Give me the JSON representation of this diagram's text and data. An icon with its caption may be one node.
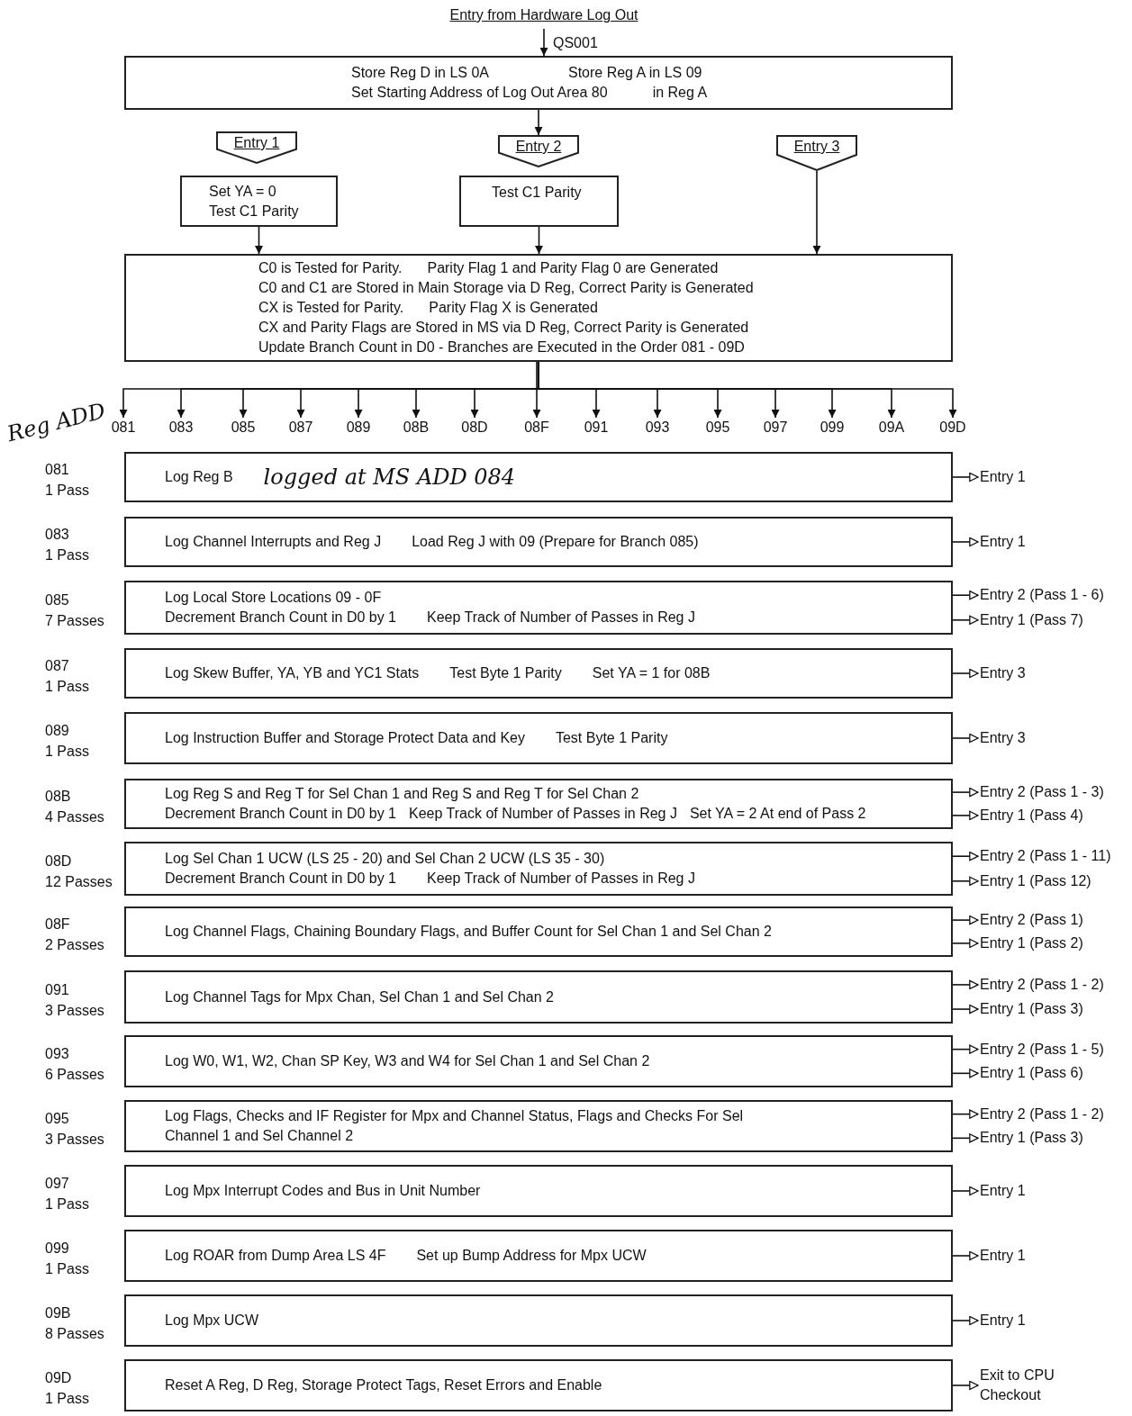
{
  "diagram": {
    "nodes": [
      {
        "text": [
          "Entry from Hardware Log Out"
        ]
      },
      {
        "text": [
          "Store Reg D in LS 0A",
          "Store Reg A in LS 09",
          "Set Starting Address of Log Out Area 80",
          "in Reg A"
        ]
      },
      {
        "text": [
          "Entry 1"
        ]
      },
      {
        "text": [
          "Set YA = 0",
          "Test C1 Parity"
        ]
      },
      {
        "text": [
          "Entry 2"
        ]
      },
      {
        "text": [
          "Test C1 Parity"
        ]
      },
      {
        "text": [
          "Entry 3"
        ]
      },
      {
        "text": [
          "C0 is Tested for Parity.",
          "Parity Flag 1 and Parity Flag 0 are Generated",
          "C0 and C1 are Stored in Main Storage via D Reg, Correct Parity is Generated",
          "CX is Tested for Parity.",
          "Parity Flag X is Generated",
          "CX and Parity Flags are Stored in MS via D Reg, Correct Parity is Generated",
          "Update Branch Count in D0 - Branches are Executed in the Order 081 - 09D"
        ]
      },
      {
        "text": [
          "081"
        ]
      },
      {
        "text": [
          "083"
        ]
      },
      {
        "text": [
          "085"
        ]
      },
      {
        "text": [
          "087"
        ]
      },
      {
        "text": [
          "089"
        ]
      },
      {
        "text": [
          "08B"
        ]
      },
      {
        "text": [
          "08D"
        ]
      },
      {
        "text": [
          "08F"
        ]
      },
      {
        "text": [
          "091"
        ]
      },
      {
        "text": [
          "093"
        ]
      },
      {
        "text": [
          "095"
        ]
      },
      {
        "text": [
          "097"
        ]
      },
      {
        "text": [
          "099"
        ]
      },
      {
        "text": [
          "09A"
        ]
      },
      {
        "text": [
          "09D"
        ]
      },
      {
        "text": [
          "Log Reg B",
          "logged at MS ADD 084"
        ],
        "beside": [
          "081",
          "1 Pass"
        ]
      },
      {
        "text": [
          "Entry 1"
        ]
      },
      {
        "text": [
          "Log Channel Interrupts and Reg J",
          "Load Reg J with 09 (Prepare for Branch 085)"
        ],
        "beside": [
          "083",
          "1 Pass"
        ]
      },
      {
        "text": [
          "Entry 1"
        ]
      },
      {
        "text": [
          "Log Local Store Locations 09 - 0F",
          "Decrement Branch Count in D0 by 1",
          "Keep Track of Number of Passes in Reg J"
        ],
        "beside": [
          "085",
          "7 Passes"
        ]
      },
      {
        "text": [
          "Entry 2 (Pass 1 - 6)"
        ]
      },
      {
        "text": [
          "Entry 1 (Pass 7)"
        ]
      },
      {
        "text": [
          "Log Skew Buffer, YA, YB and YC1 Stats",
          "Test Byte 1 Parity",
          "Set YA = 1 for 08B"
        ],
        "beside": [
          "087",
          "1 Pass"
        ]
      },
      {
        "text": [
          "Entry 3"
        ]
      },
      {
        "text": [
          "Log Instruction Buffer and Storage Protect Data and Key",
          "Test Byte 1 Parity"
        ],
        "beside": [
          "089",
          "1 Pass"
        ]
      },
      {
        "text": [
          "Entry 3"
        ]
      },
      {
        "text": [
          "Log Reg S and Reg T for Sel Chan 1 and Reg S and Reg T for Sel Chan 2",
          "Decrement Branch Count in D0 by 1",
          "Keep Track of Number of Passes in Reg J",
          "Set YA = 2 At end of Pass 2"
        ],
        "beside": [
          "08B",
          "4 Passes"
        ]
      },
      {
        "text": [
          "Entry 2 (Pass 1 - 3)"
        ]
      },
      {
        "text": [
          "Entry 1 (Pass 4)"
        ]
      },
      {
        "text": [
          "Log Sel Chan 1 UCW (LS 25 - 20) and Sel Chan 2 UCW (LS 35 - 30)",
          "Decrement Branch Count in D0 by 1",
          "Keep Track of Number of Passes in Reg J"
        ],
        "beside": [
          "08D",
          "12 Passes"
        ]
      },
      {
        "text": [
          "Entry 2 (Pass 1 - 11)"
        ]
      },
      {
        "text": [
          "Entry 1 (Pass 12)"
        ]
      },
      {
        "text": [
          "Log Channel Flags, Chaining Boundary Flags, and Buffer Count for Sel Chan 1 and Sel Chan 2"
        ],
        "beside": [
          "08F",
          "2 Passes"
        ]
      },
      {
        "text": [
          "Entry 2 (Pass 1)"
        ]
      },
      {
        "text": [
          "Entry 1 (Pass 2)"
        ]
      },
      {
        "text": [
          "Log Channel Tags for Mpx Chan, Sel Chan 1 and Sel Chan 2"
        ],
        "beside": [
          "091",
          "3 Passes"
        ]
      },
      {
        "text": [
          "Entry 2 (Pass 1 - 2)"
        ]
      },
      {
        "text": [
          "Entry 1 (Pass 3)"
        ]
      },
      {
        "text": [
          "Log W0, W1, W2, Chan SP Key, W3 and W4 for Sel Chan 1 and Sel Chan 2"
        ],
        "beside": [
          "093",
          "6 Passes"
        ]
      },
      {
        "text": [
          "Entry 2 (Pass 1 - 5)"
        ]
      },
      {
        "text": [
          "Entry 1 (Pass 6)"
        ]
      },
      {
        "text": [
          "Log Flags, Checks and IF Register for Mpx and Channel Status, Flags and Checks For Sel Channel 1 and Sel Channel 2"
        ],
        "beside": [
          "095",
          "3 Passes"
        ]
      },
      {
        "text": [
          "Entry 2 (Pass 1 - 2)"
        ]
      },
      {
        "text": [
          "Entry 1 (Pass 3)"
        ]
      },
      {
        "text": [
          "Log Mpx Interrupt Codes and Bus in Unit Number"
        ],
        "beside": [
          "097",
          "1 Pass"
        ]
      },
      {
        "text": [
          "Entry 1"
        ]
      },
      {
        "text": [
          "Log ROAR from Dump Area LS 4F",
          "Set up Bump Address for Mpx UCW"
        ],
        "beside": [
          "099",
          "1 Pass"
        ]
      },
      {
        "text": [
          "Entry 1"
        ]
      },
      {
        "text": [
          "Log Mpx UCW"
        ],
        "beside": [
          "09B",
          "8 Passes"
        ]
      },
      {
        "text": [
          "Entry 1"
        ]
      },
      {
        "text": [
          "Reset A Reg, D Reg, Storage Protect Tags, Reset Errors and Enable"
        ],
        "beside": [
          "09D",
          "1 Pass"
        ]
      },
      {
        "text": [
          "Exit to CPU Checkout"
        ]
      }
    ],
    "edges": [
      {
        "from": 0,
        "to": 1,
        "arrow": "to",
        "label": "QS001"
      },
      {
        "from": 1,
        "to": 4,
        "arrow": "to"
      },
      {
        "from": 3,
        "to": 7,
        "arrow": "to"
      },
      {
        "from": 5,
        "to": 7,
        "arrow": "to"
      },
      {
        "from": 6,
        "to": 7,
        "arrow": "to"
      },
      {
        "from": 7,
        "to": 8,
        "arrow": "to"
      },
      {
        "from": 7,
        "to": 9,
        "arrow": "to"
      },
      {
        "from": 7,
        "to": 10,
        "arrow": "to"
      },
      {
        "from": 7,
        "to": 11,
        "arrow": "to"
      },
      {
        "from": 7,
        "to": 12,
        "arrow": "to"
      },
      {
        "from": 7,
        "to": 13,
        "arrow": "to"
      },
      {
        "from": 7,
        "to": 14,
        "arrow": "to"
      },
      {
        "from": 7,
        "to": 15,
        "arrow": "to"
      },
      {
        "from": 7,
        "to": 16,
        "arrow": "to"
      },
      {
        "from": 7,
        "to": 17,
        "arrow": "to"
      },
      {
        "from": 7,
        "to": 18,
        "arrow": "to"
      },
      {
        "from": 7,
        "to": 19,
        "arrow": "to"
      },
      {
        "from": 7,
        "to": 20,
        "arrow": "to"
      },
      {
        "from": 7,
        "to": 21,
        "arrow": "to"
      },
      {
        "from": 7,
        "to": 22,
        "arrow": "to"
      },
      {
        "from": 23,
        "to": 24,
        "arrow": "to"
      },
      {
        "from": 25,
        "to": 26,
        "arrow": "to"
      },
      {
        "from": 27,
        "to": 28,
        "arrow": "to"
      },
      {
        "from": 27,
        "to": 29,
        "arrow": "to"
      },
      {
        "from": 30,
        "to": 31,
        "arrow": "to"
      },
      {
        "from": 32,
        "to": 33,
        "arrow": "to"
      },
      {
        "from": 34,
        "to": 35,
        "arrow": "to"
      },
      {
        "from": 34,
        "to": 36,
        "arrow": "to"
      },
      {
        "from": 37,
        "to": 38,
        "arrow": "to"
      },
      {
        "from": 37,
        "to": 39,
        "arrow": "to"
      },
      {
        "from": 40,
        "to": 41,
        "arrow": "to"
      },
      {
        "from": 40,
        "to": 42,
        "arrow": "to"
      },
      {
        "from": 43,
        "to": 44,
        "arrow": "to"
      },
      {
        "from": 43,
        "to": 45,
        "arrow": "to"
      },
      {
        "from": 46,
        "to": 47,
        "arrow": "to"
      },
      {
        "from": 46,
        "to": 48,
        "arrow": "to"
      },
      {
        "from": 49,
        "to": 50,
        "arrow": "to"
      },
      {
        "from": 49,
        "to": 51,
        "arrow": "to"
      },
      {
        "from": 52,
        "to": 53,
        "arrow": "to"
      },
      {
        "from": 54,
        "to": 55,
        "arrow": "to"
      },
      {
        "from": 56,
        "to": 57,
        "arrow": "to"
      },
      {
        "from": 58,
        "to": 59,
        "arrow": "to"
      }
    ],
    "labels": [
      "Reg ADD"
    ]
  }
}
